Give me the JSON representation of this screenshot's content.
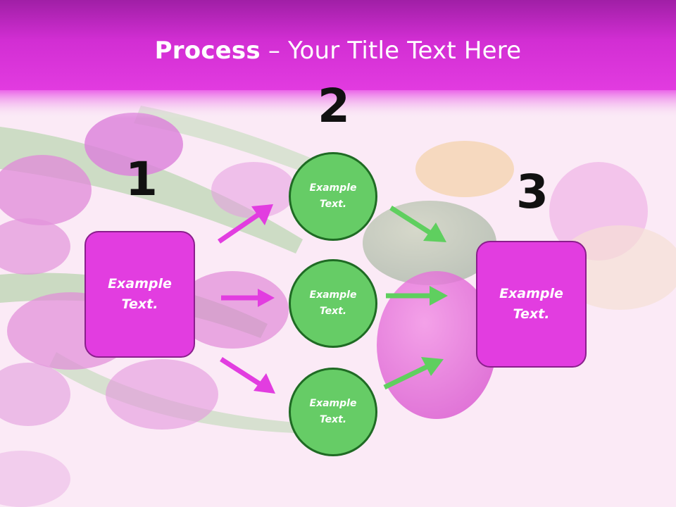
{
  "title": {
    "bold": "Process",
    "separator": " – ",
    "rest": "Your Title Text Here"
  },
  "colors": {
    "header": "#d92fd6",
    "box_fill": "#e23de0",
    "circle_fill": "#66cc66",
    "magenta_arrow": "#e23de0",
    "green_arrow": "#5fcf5f"
  },
  "steps": {
    "step1": {
      "number": "1",
      "text": "Example\nText."
    },
    "step2": {
      "number": "2",
      "circles": [
        {
          "text": "Example\nText."
        },
        {
          "text": "Example\nText."
        },
        {
          "text": "Example\nText."
        }
      ]
    },
    "step3": {
      "number": "3",
      "text": "Example\nText."
    }
  }
}
